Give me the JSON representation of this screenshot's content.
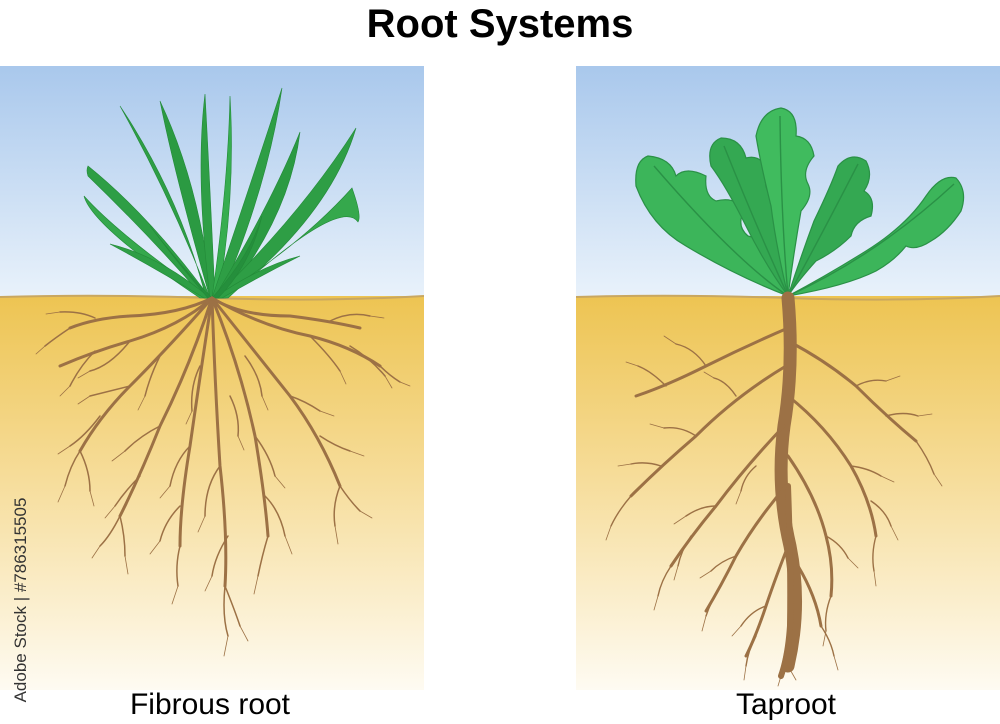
{
  "title": "Root Systems",
  "panels": [
    {
      "id": "fibrous",
      "caption": "Fibrous root"
    },
    {
      "id": "taproot",
      "caption": "Taproot"
    }
  ],
  "credit": "Adobe Stock | #786315505",
  "colors": {
    "sky_top": "#a9c8ec",
    "sky_bottom": "#e9f2fb",
    "soil_top": "#edc452",
    "soil_bottom": "#fdf8ec",
    "root": "#9c7145",
    "grass": "#2e9e45",
    "leaf": "#3cb55a",
    "leaf_dark": "#2a9146"
  }
}
